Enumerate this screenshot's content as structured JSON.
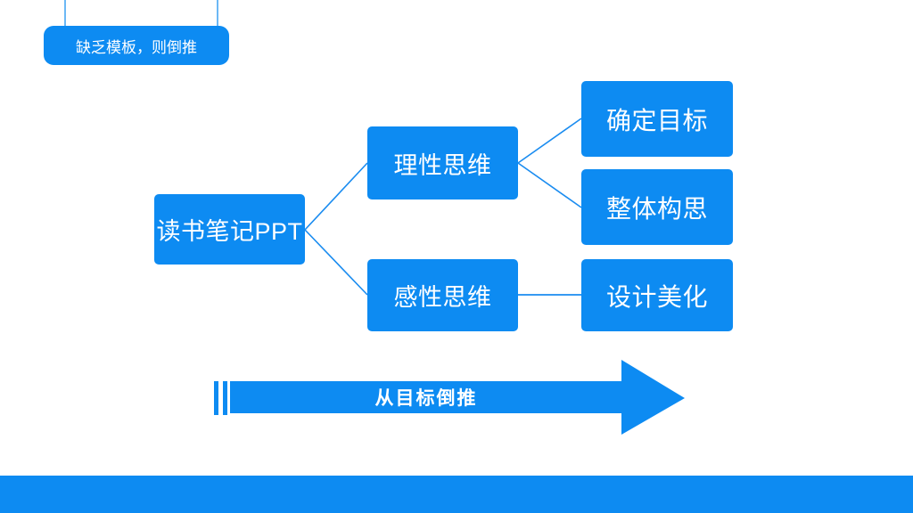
{
  "slide": {
    "background_color": "#ffffff",
    "accent_color": "#0d8bf2",
    "line_color": "#1a8cf0",
    "stem_color": "#6cb8f5"
  },
  "callout": {
    "text": "缺乏模板，则倒推"
  },
  "diagram": {
    "root": {
      "label": "读书笔记PPT"
    },
    "branches": [
      {
        "label": "理性思维",
        "children": [
          {
            "label": "确定目标"
          },
          {
            "label": "整体构思"
          }
        ]
      },
      {
        "label": "感性思维",
        "children": [
          {
            "label": "设计美化"
          }
        ]
      }
    ]
  },
  "arrow_banner": {
    "label": "从目标倒推",
    "direction": "right"
  },
  "bottom_bar": {
    "color": "#0d8bf2"
  }
}
